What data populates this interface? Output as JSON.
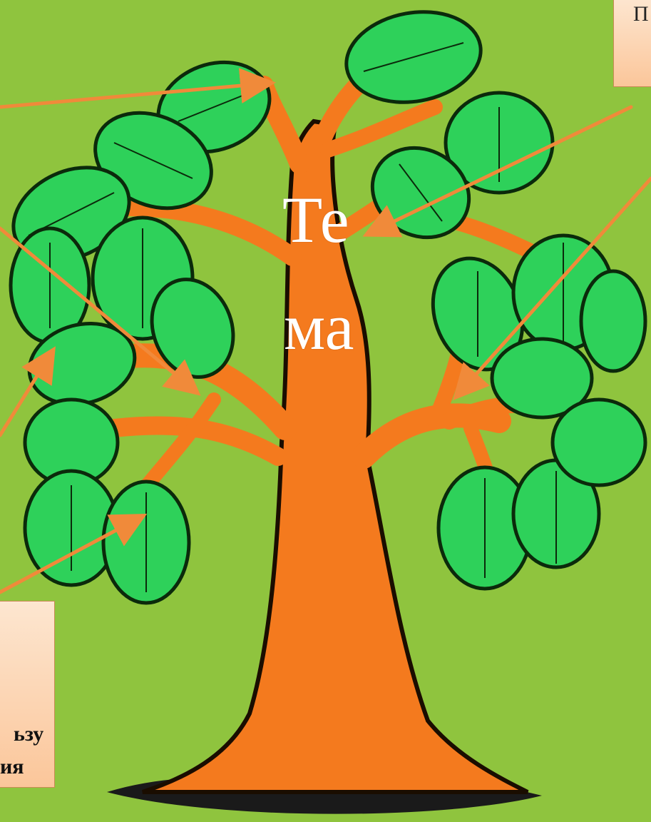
{
  "theme_label": {
    "line1": "Те",
    "line2": "ма"
  },
  "notes": {
    "top_right": "П",
    "bottom_left_line1": "ьзу",
    "bottom_left_line2": "ия"
  },
  "colors": {
    "background": "#8fc43e",
    "trunk": "#f47a1e",
    "leaf": "#2ed15a",
    "leaf_outline": "#0b2a0b",
    "arrow": "#f08a3a"
  }
}
